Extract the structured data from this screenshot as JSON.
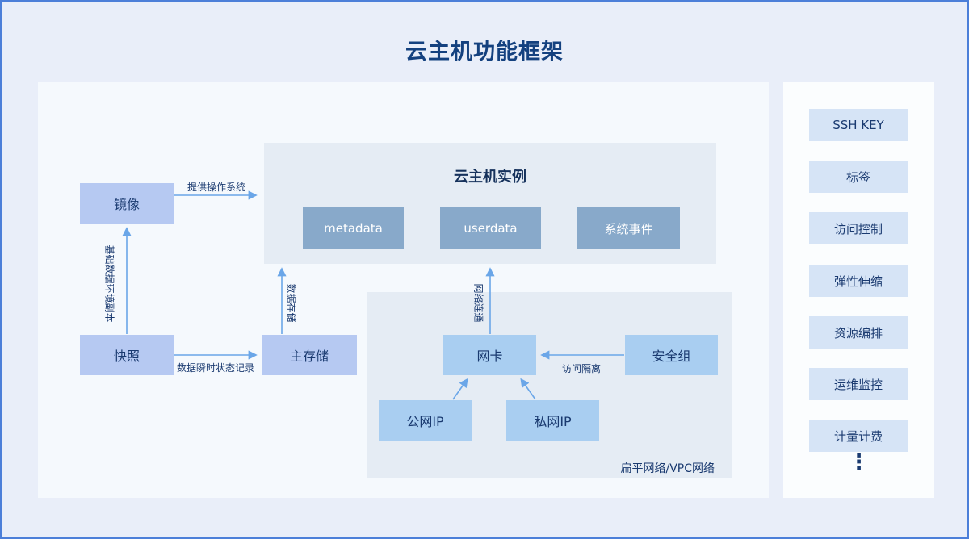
{
  "page": {
    "title": "云主机功能框架"
  },
  "diagram": {
    "instance_panel": {
      "title": "云主机实例",
      "boxes": [
        {
          "label": "metadata"
        },
        {
          "label": "userdata"
        },
        {
          "label": "系统事件"
        }
      ]
    },
    "nodes": {
      "image": "镜像",
      "snapshot": "快照",
      "storage": "主存储",
      "nic": "网卡",
      "security_group": "安全组",
      "public_ip": "公网IP",
      "private_ip": "私网IP"
    },
    "network_panel": {
      "label": "扁平网络/VPC网络"
    },
    "edges": {
      "provide_os": "提供操作系统",
      "base_copy": "基础数据环境副本",
      "instant_record": "数据瞬时状态记录",
      "data_storage": "数据存储",
      "network_connect": "网络连通",
      "access_isolation": "访问隔离"
    }
  },
  "sidebar": {
    "items": [
      {
        "label": "SSH KEY"
      },
      {
        "label": "标签"
      },
      {
        "label": "访问控制"
      },
      {
        "label": "弹性伸缩"
      },
      {
        "label": "资源编排"
      },
      {
        "label": "运维监控"
      },
      {
        "label": "计量计费"
      }
    ],
    "more": "⋮"
  },
  "colors": {
    "page_bg": "#e9eef9",
    "border": "#4c7fd9",
    "main_panel_bg": "#f5f9fd",
    "subpanel_bg": "#e5ecf4",
    "node_purple": "#b6c9f2",
    "node_blue": "#a9cef1",
    "node_steel": "#88a9ca",
    "sidebar_item_bg": "#d6e4f6",
    "arrow": "#6aa6e8",
    "text_dark": "#1a3a70",
    "title": "#14417f"
  }
}
